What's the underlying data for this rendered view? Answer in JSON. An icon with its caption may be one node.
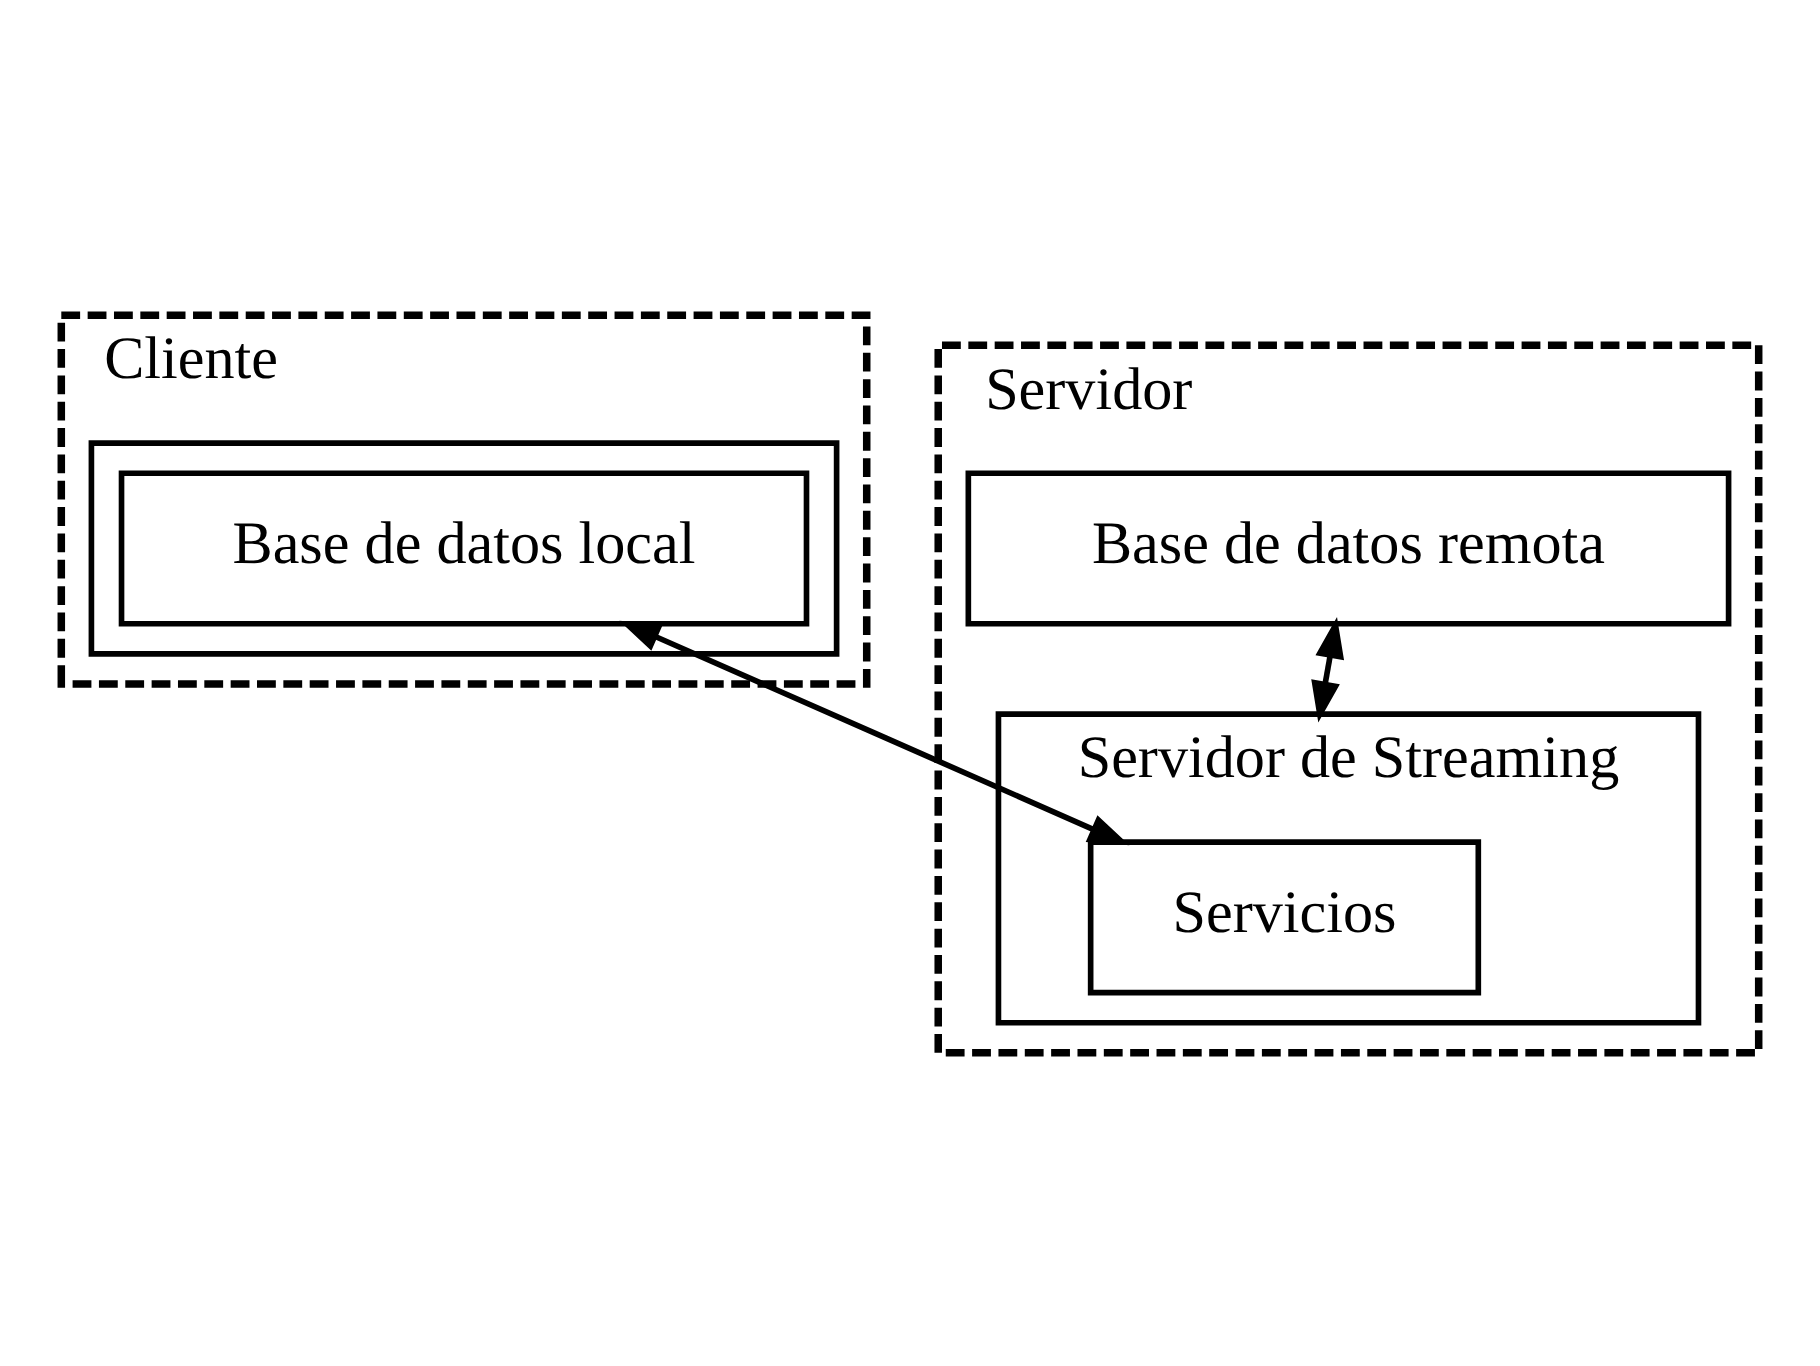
{
  "diagram": {
    "nodes": [
      {
        "text": [
          "Cliente"
        ]
      },
      {
        "text": [],
        "shape": "box",
        "in": 0
      },
      {
        "text": [
          "Base de datos local"
        ],
        "in": 1
      },
      {
        "text": [
          "Servidor"
        ]
      },
      {
        "text": [
          "Base de datos remota"
        ],
        "in": 3
      },
      {
        "text": [
          "Servidor de Streaming"
        ],
        "in": 3
      },
      {
        "text": [
          "Servicios"
        ],
        "in": 5
      }
    ],
    "edges": [
      {
        "from": 2,
        "to": 6,
        "arrow": "both"
      },
      {
        "from": 4,
        "to": 5,
        "arrow": "both"
      }
    ]
  }
}
